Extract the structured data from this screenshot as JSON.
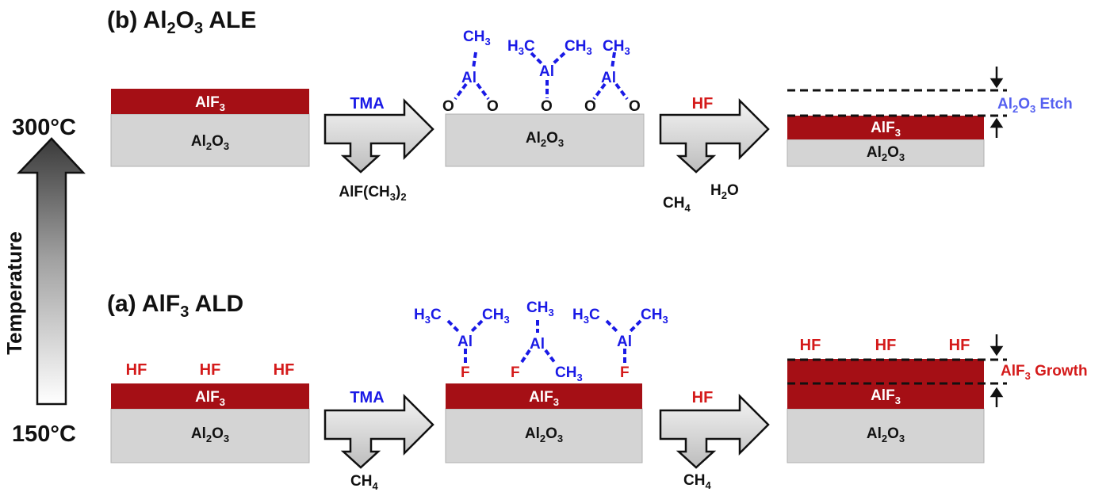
{
  "colors": {
    "substrate": "#d4d4d4",
    "alf3_layer": "#a50f15",
    "molecule_blue": "#1a1ae6",
    "hf_red": "#d41a1a",
    "etch_label": "#5560f0",
    "growth_label": "#d41a1a",
    "text_black": "#111111"
  },
  "temperature": {
    "label": "Temperature",
    "high": "300°C",
    "low": "150°C"
  },
  "panel_b": {
    "title": {
      "pre": "(b) Al",
      "sub1": "2",
      "mid": "O",
      "sub2": "3",
      "post": " ALE"
    },
    "stage1": {
      "top_layer": {
        "main": "AlF",
        "sub": "3"
      },
      "substrate": {
        "main1": "Al",
        "sub1": "2",
        "main2": "O",
        "sub2": "3"
      }
    },
    "step1": {
      "reactant": "TMA",
      "product": {
        "pre": "AlF(CH",
        "sub": "3",
        "post": ")",
        "sub2": "2"
      }
    },
    "stage2": {
      "substrate": {
        "main1": "Al",
        "sub1": "2",
        "main2": "O",
        "sub2": "3"
      },
      "molecules": {
        "atom": "Al",
        "oxygen": "O",
        "ch3": "CH",
        "ch3_sub": "3",
        "h3c_h": "H",
        "h3c_sub": "3",
        "h3c_c": "C"
      }
    },
    "step2": {
      "reactant": "HF",
      "product1": {
        "main": "CH",
        "sub": "4"
      },
      "product2": {
        "pre": "H",
        "sub": "2",
        "post": "O"
      }
    },
    "stage3": {
      "top_layer": {
        "main": "AlF",
        "sub": "3"
      },
      "substrate": {
        "main1": "Al",
        "sub1": "2",
        "main2": "O",
        "sub2": "3"
      },
      "annotation": {
        "main1": "Al",
        "sub1": "2",
        "main2": "O",
        "sub2": "3",
        "post": " Etch"
      }
    }
  },
  "panel_a": {
    "title": {
      "pre": "(a) AlF",
      "sub": "3",
      "post": " ALD"
    },
    "stage1": {
      "surface_species": [
        "HF",
        "HF",
        "HF"
      ],
      "top_layer": {
        "main": "AlF",
        "sub": "3"
      },
      "substrate": {
        "main1": "Al",
        "sub1": "2",
        "main2": "O",
        "sub2": "3"
      }
    },
    "step1": {
      "reactant": "TMA",
      "product": {
        "main": "CH",
        "sub": "4"
      }
    },
    "stage2": {
      "top_layer": {
        "main": "AlF",
        "sub": "3"
      },
      "substrate": {
        "main1": "Al",
        "sub1": "2",
        "main2": "O",
        "sub2": "3"
      },
      "molecules": {
        "atom": "Al",
        "fluorine": "F",
        "ch3": "CH",
        "ch3_sub": "3",
        "h3c_h": "H",
        "h3c_sub": "3",
        "h3c_c": "C"
      }
    },
    "step2": {
      "reactant": "HF",
      "product": {
        "main": "CH",
        "sub": "4"
      }
    },
    "stage3": {
      "surface_species": [
        "HF",
        "HF",
        "HF"
      ],
      "top_layer": {
        "main": "AlF",
        "sub": "3"
      },
      "substrate": {
        "main1": "Al",
        "sub1": "2",
        "main2": "O",
        "sub2": "3"
      },
      "annotation": {
        "main": "AlF",
        "sub": "3",
        "post": " Growth"
      }
    }
  }
}
